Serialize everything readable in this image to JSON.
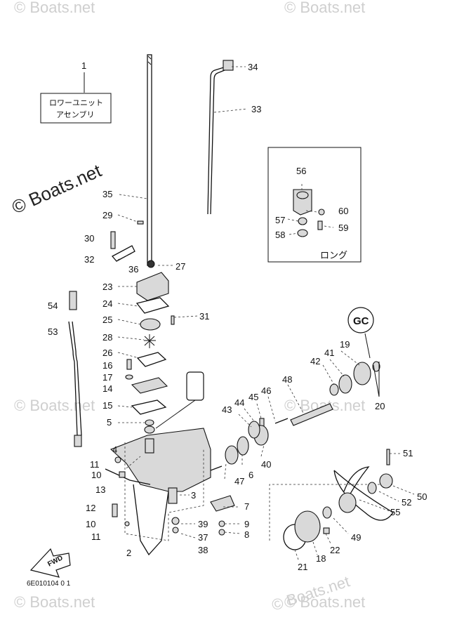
{
  "watermark": "© Boats.net",
  "watermark_large": "© Boats.net",
  "assembly_box": {
    "number": "1",
    "line1": "ロワーユニット",
    "line2": "アセンブリ"
  },
  "inset_label": "ロング",
  "gc_label": "GC",
  "fwd_label": "FWD",
  "diagram_code": "6E010104 0 1",
  "callouts": [
    "34",
    "33",
    "35",
    "29",
    "30",
    "32",
    "36",
    "27",
    "23",
    "24",
    "31",
    "25",
    "28",
    "26",
    "16",
    "17",
    "14",
    "15",
    "5",
    "54",
    "53",
    "4",
    "11",
    "10",
    "13",
    "12",
    "10",
    "11",
    "3",
    "2",
    "7",
    "39",
    "9",
    "37",
    "8",
    "38",
    "56",
    "57",
    "60",
    "58",
    "59",
    "42",
    "41",
    "19",
    "48",
    "46",
    "45",
    "44",
    "43",
    "20",
    "40",
    "6",
    "47",
    "51",
    "50",
    "52",
    "55",
    "49",
    "22",
    "21",
    "18"
  ]
}
